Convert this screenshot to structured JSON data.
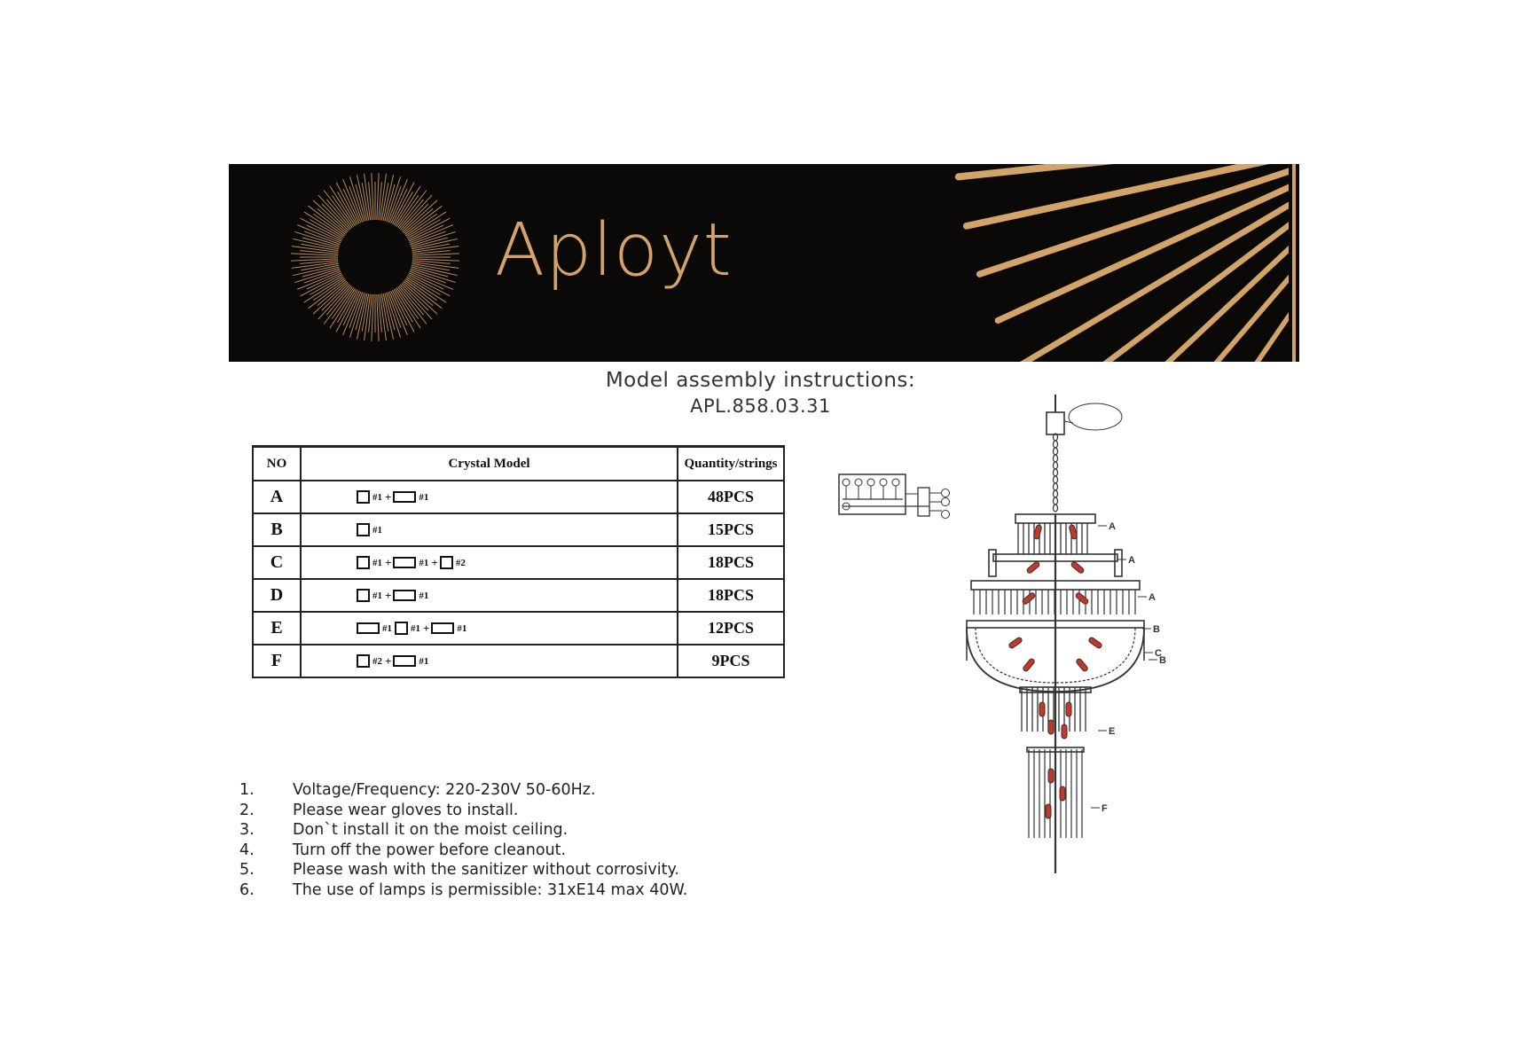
{
  "brand": {
    "name": "Aployt",
    "accent": "#d3a46a"
  },
  "heading": {
    "line1": "Model assembly instructions:",
    "line2": "APL.858.03.31"
  },
  "table": {
    "headers": {
      "no": "NO",
      "model": "Crystal    Model",
      "qty": "Quantity/strings"
    },
    "rows": [
      {
        "no": "A",
        "qty": "48PCS",
        "parts": [
          [
            "sq",
            "#1"
          ],
          [
            "+",
            ""
          ],
          [
            "rect",
            "#1"
          ]
        ]
      },
      {
        "no": "B",
        "qty": "15PCS",
        "parts": [
          [
            "sq",
            "#1"
          ]
        ]
      },
      {
        "no": "C",
        "qty": "18PCS",
        "parts": [
          [
            "sq",
            "#1"
          ],
          [
            "+",
            ""
          ],
          [
            "rect",
            "#1"
          ],
          [
            "+",
            ""
          ],
          [
            "sq",
            "#2"
          ]
        ]
      },
      {
        "no": "D",
        "qty": "18PCS",
        "parts": [
          [
            "sq",
            "#1"
          ],
          [
            "+",
            ""
          ],
          [
            "rect",
            "#1"
          ]
        ]
      },
      {
        "no": "E",
        "qty": "12PCS",
        "parts": [
          [
            "rect",
            "#1"
          ],
          [
            "sq",
            "#1"
          ],
          [
            "+",
            ""
          ],
          [
            "rect",
            "#1"
          ]
        ]
      },
      {
        "no": "F",
        "qty": "9PCS",
        "parts": [
          [
            "sq",
            "#2"
          ],
          [
            "+",
            ""
          ],
          [
            "rect",
            "#1"
          ]
        ]
      }
    ]
  },
  "notes": [
    {
      "n": "1.",
      "text": "Voltage/Frequency: 220-230V 50-60Hz."
    },
    {
      "n": "2.",
      "text": "Please wear gloves to install."
    },
    {
      "n": "3.",
      "text": "Don`t install it on the moist ceiling."
    },
    {
      "n": "4.",
      "text": "Turn off the power before cleanout."
    },
    {
      "n": "5.",
      "text": "Please wash with the sanitizer without corrosivity."
    },
    {
      "n": "6.",
      "text": "The use of lamps is permissible: 31xE14 max 40W."
    }
  ],
  "diagram": {
    "labels": [
      "A",
      "A",
      "A",
      "B",
      "C",
      "B",
      "E",
      "F"
    ],
    "bulb_color": "#c0392b"
  }
}
